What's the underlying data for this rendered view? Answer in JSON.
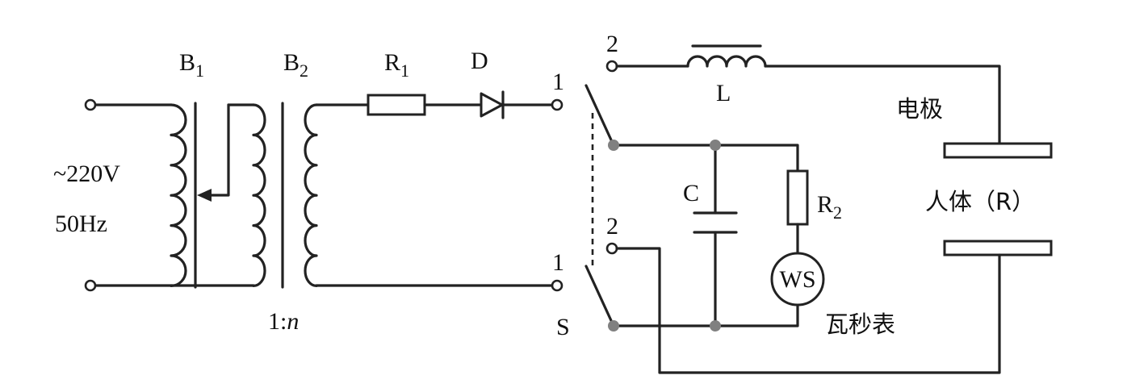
{
  "labels": {
    "source_voltage": "~220V",
    "source_freq": "50Hz",
    "b1": "B",
    "b1_sub": "1",
    "b2": "B",
    "b2_sub": "2",
    "ratio_a": "1:",
    "ratio_b": "n",
    "r1": "R",
    "r1_sub": "1",
    "d": "D",
    "sw_top_1": "1",
    "sw_bot_1": "1",
    "sw_top_2": "2",
    "sw_bot_2": "2",
    "s": "S",
    "l": "L",
    "c": "C",
    "r2": "R",
    "r2_sub": "2",
    "ws": "WS",
    "wattsec_meter": "瓦秒表",
    "electrode": "电极",
    "body": "人体（R）"
  }
}
